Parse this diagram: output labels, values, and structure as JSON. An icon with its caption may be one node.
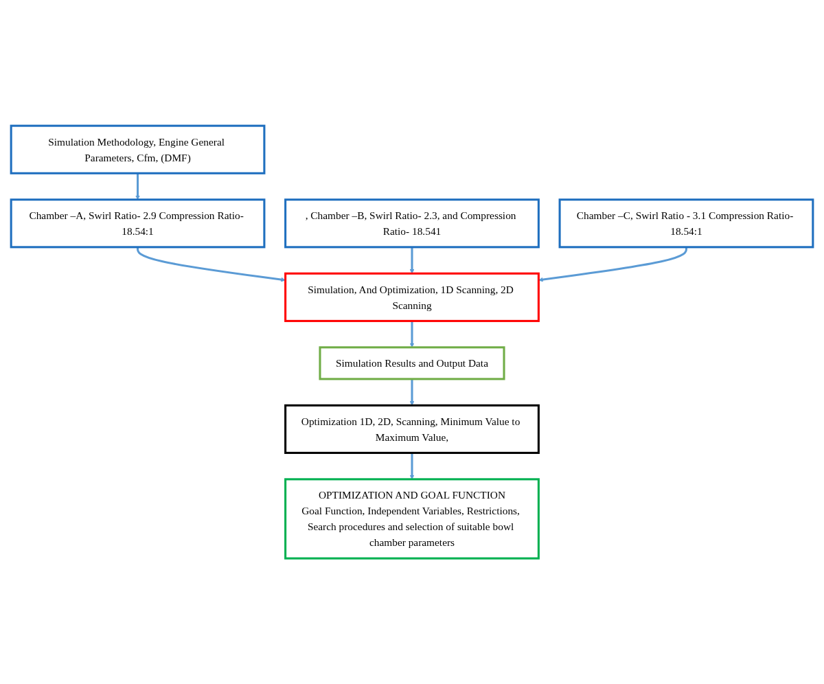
{
  "diagram": {
    "nodes": [
      {
        "text": [
          "Simulation Methodology, Engine General Parameters, Cfm, (DMF)"
        ]
      },
      {
        "text": [
          "Chamber –A, Swirl Ratio- 2.9 Compression Ratio- 18.54:1"
        ]
      },
      {
        "text": [
          ", Chamber –B, Swirl Ratio- 2.3, and Compression Ratio- 18.541"
        ]
      },
      {
        "text": [
          "Chamber –C, Swirl Ratio - 3.1 Compression Ratio- 18.54:1"
        ]
      },
      {
        "text": [
          "Simulation, And Optimization, 1D Scanning, 2D Scanning"
        ]
      },
      {
        "text": [
          "Simulation Results and Output Data"
        ]
      },
      {
        "text": [
          "Optimization 1D, 2D, Scanning, Minimum Value to Maximum Value,"
        ]
      },
      {
        "text": [
          "OPTIMIZATION AND GOAL FUNCTION",
          "Goal Function, Independent Variables, Restrictions, Search procedures and selection of suitable bowl chamber parameters"
        ]
      }
    ],
    "edges": [
      {
        "from": 0,
        "to": 1,
        "arrow": "to"
      },
      {
        "from": 1,
        "to": 4,
        "arrow": "to"
      },
      {
        "from": 2,
        "to": 4,
        "arrow": "to"
      },
      {
        "from": 3,
        "to": 4,
        "arrow": "to"
      },
      {
        "from": 4,
        "to": 5,
        "arrow": "to"
      },
      {
        "from": 5,
        "to": 6,
        "arrow": "to"
      },
      {
        "from": 6,
        "to": 7,
        "arrow": "to"
      }
    ]
  }
}
